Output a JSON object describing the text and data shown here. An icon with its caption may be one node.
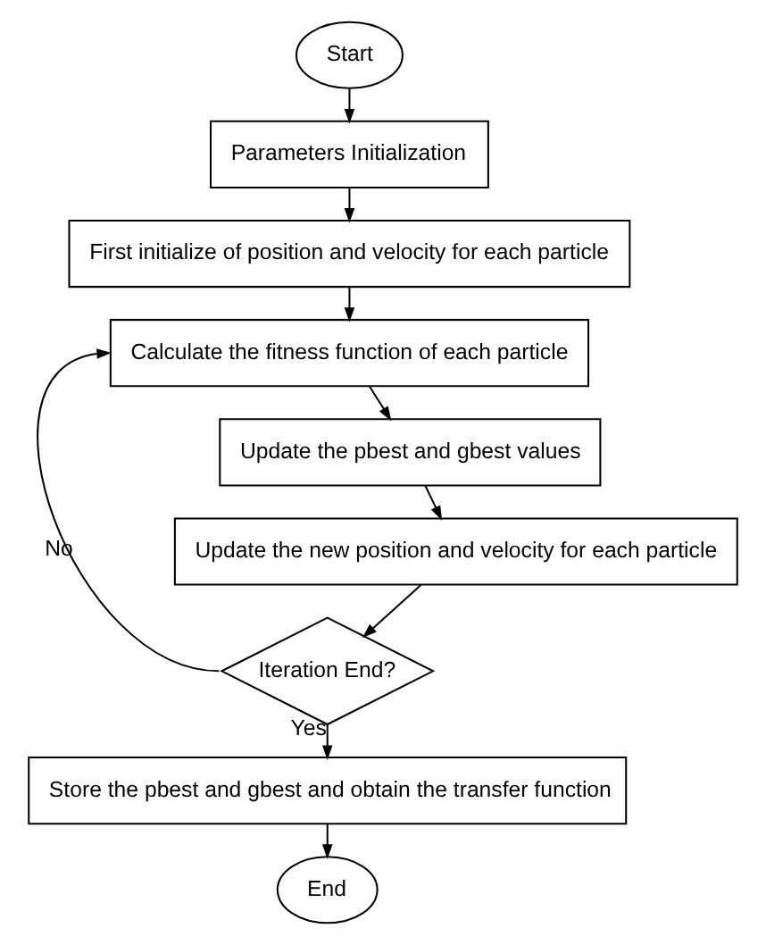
{
  "diagram": {
    "nodes": [
      {
        "text": [
          "Start"
        ]
      },
      {
        "text": [
          "Parameters Initialization"
        ]
      },
      {
        "text": [
          "First initialize of position and velocity for each particle"
        ]
      },
      {
        "text": [
          "Calculate the fitness function of each particle"
        ]
      },
      {
        "text": [
          "Update the pbest and gbest values"
        ]
      },
      {
        "text": [
          "Update the new position and velocity for each particle"
        ]
      },
      {
        "text": [
          "Iteration End?"
        ]
      },
      {
        "text": [
          "Store the pbest and gbest and obtain the transfer function"
        ]
      },
      {
        "text": [
          "End"
        ]
      }
    ],
    "edges": [
      {
        "from": 0,
        "to": 1,
        "arrow": "to"
      },
      {
        "from": 1,
        "to": 2,
        "arrow": "to"
      },
      {
        "from": 2,
        "to": 3,
        "arrow": "to"
      },
      {
        "from": 3,
        "to": 4,
        "arrow": "to"
      },
      {
        "from": 4,
        "to": 5,
        "arrow": "to"
      },
      {
        "from": 5,
        "to": 6,
        "arrow": "to"
      },
      {
        "from": 6,
        "to": 3,
        "arrow": "to",
        "label": "No"
      },
      {
        "from": 6,
        "to": 7,
        "arrow": "to",
        "label": "Yes"
      },
      {
        "from": 7,
        "to": 8,
        "arrow": "to"
      }
    ]
  }
}
